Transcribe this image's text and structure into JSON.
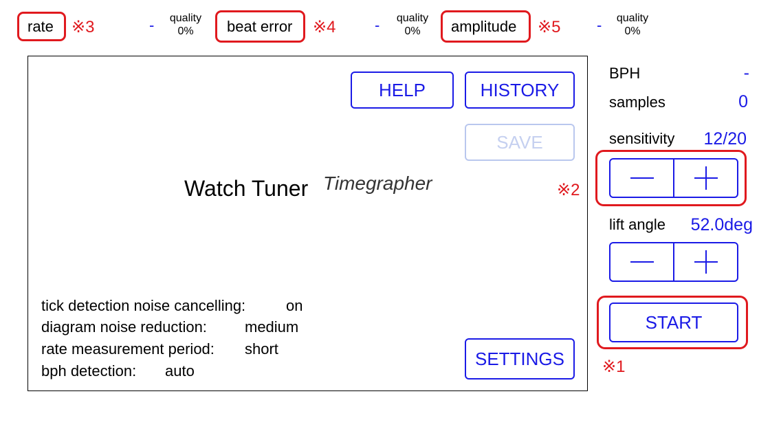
{
  "top_bar": {
    "rate": {
      "label": "rate",
      "annotation": "※3",
      "value": "-",
      "quality_label": "quality",
      "quality_value": "0%"
    },
    "beat_error": {
      "label": "beat error",
      "annotation": "※4",
      "value": "-",
      "quality_label": "quality",
      "quality_value": "0%"
    },
    "amplitude": {
      "label": "amplitude",
      "annotation": "※5",
      "value": "-",
      "quality_label": "quality",
      "quality_value": "0%"
    }
  },
  "main": {
    "help_label": "HELP",
    "history_label": "HISTORY",
    "save_label": "SAVE",
    "settings_label": "SETTINGS",
    "app_title": "Watch Tuner",
    "app_subtitle": "Timegrapher",
    "settings_info": [
      {
        "label": "tick detection noise cancelling:",
        "value": "on"
      },
      {
        "label": "diagram noise reduction:",
        "value": "medium"
      },
      {
        "label": "rate measurement period:",
        "value": "short"
      },
      {
        "label": "bph detection:",
        "value": "auto"
      }
    ]
  },
  "side": {
    "bph_label": "BPH",
    "bph_value": "-",
    "samples_label": "samples",
    "samples_value": "0",
    "sensitivity_label": "sensitivity",
    "sensitivity_value": "12/20",
    "sensitivity_annotation": "※2",
    "lift_angle_label": "lift angle",
    "lift_angle_value": "52.0deg",
    "start_label": "START",
    "start_annotation": "※1"
  },
  "icons": {
    "minus": "minus-icon",
    "plus": "plus-icon"
  },
  "colors": {
    "accent": "#1a1ae6",
    "annotation": "#e0191e",
    "disabled": "#c5d0f0"
  }
}
